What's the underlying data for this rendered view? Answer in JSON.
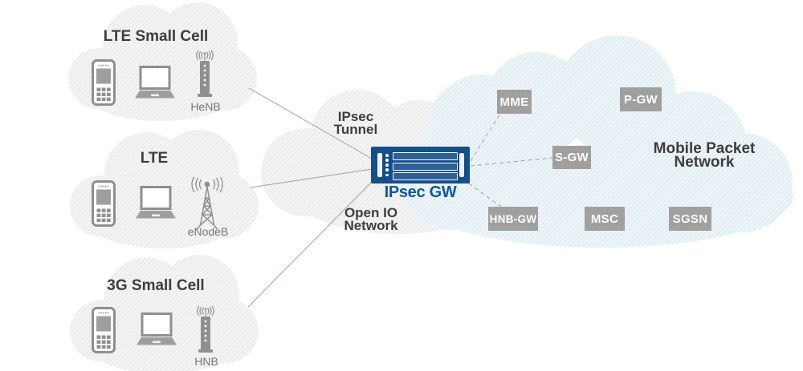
{
  "clouds": {
    "lte_small_cell": {
      "title": "LTE Small Cell",
      "device": "HeNB"
    },
    "lte": {
      "title": "LTE",
      "device": "eNodeB"
    },
    "sc3g": {
      "title": "3G Small Cell",
      "device": "HNB"
    },
    "mobile_packet": {
      "line1": "Mobile Packet",
      "line2": "Network"
    }
  },
  "tunnel": {
    "line1": "IPsec",
    "line2": "Tunnel"
  },
  "open_io": {
    "line1": "Open IO",
    "line2": "Network"
  },
  "gateway": {
    "label": "IPsec GW"
  },
  "elements": [
    {
      "label": "MME"
    },
    {
      "label": "P-GW"
    },
    {
      "label": "S-GW"
    },
    {
      "label": "HNB-GW"
    },
    {
      "label": "MSC"
    },
    {
      "label": "SGSN"
    }
  ],
  "icons": {
    "phone": "mobile-phone-icon",
    "laptop": "laptop-icon",
    "small_cell": "small-cell-antenna-icon",
    "tower": "cell-tower-icon",
    "gateway": "gateway-rack-icon"
  },
  "colors": {
    "gateway_blue": "#154f8b",
    "gateway_label_blue": "#0d57a0",
    "element_box_gray": "#a0a0a0",
    "cloud_gray": "#ececec",
    "cloud_blue": "#e2edf2",
    "icon_gray": "#8f8f8f",
    "text_dark": "#3d3d3d",
    "connector_gray": "#9f9f9f"
  }
}
